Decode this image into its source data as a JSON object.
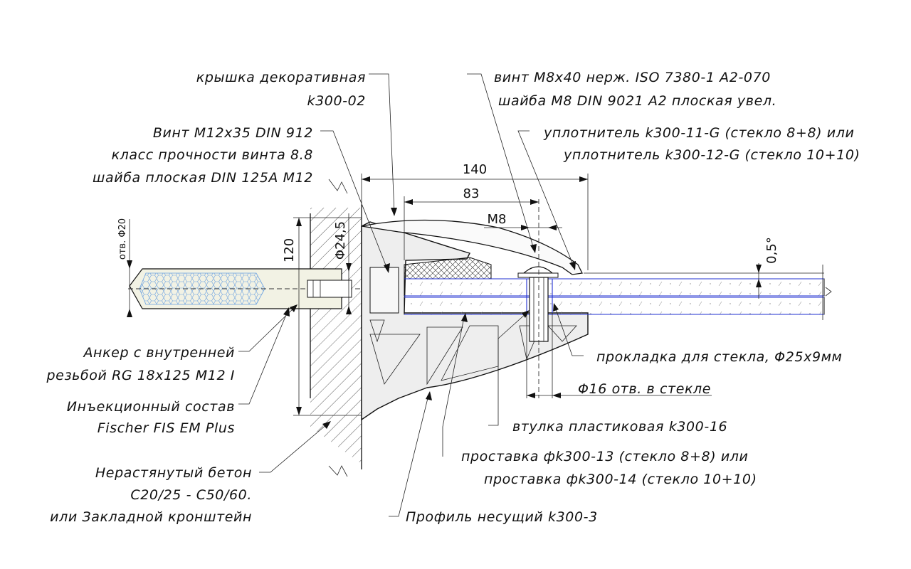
{
  "labels": {
    "cap": [
      "крышка декоративная",
      "k300-02"
    ],
    "screw_m12": [
      "Винт M12x35 DIN 912",
      "класс прочности винта 8.8",
      "шайба плоская DIN 125A M12"
    ],
    "anchor": [
      "Анкер с внутренней",
      "резьбой RG 18x125 M12 I"
    ],
    "injection": [
      "Инъекционный состав",
      "Fischer FIS EM Plus"
    ],
    "concrete": [
      "Нерастянутый бетон",
      "C20/25 - C50/60.",
      "или Закладной кронштейн"
    ],
    "screw_m8": [
      "винт M8x40 нерж. ISO 7380-1 A2-070",
      "шайба M8 DIN 9021 A2 плоская увел."
    ],
    "gasket": [
      "уплотнитель k300-11-G (стекло 8+8) или",
      "уплотнитель k300-12-G (стекло 10+10)"
    ],
    "glass_pad": "прокладка для стекла, Φ25x9мм",
    "glass_hole": "Φ16 отв. в стекле",
    "sleeve": "втулка пластиковая k300-16",
    "spacer": [
      "проставка фk300-13 (стекло 8+8) или",
      "проставка фk300-14 (стекло 10+10)"
    ],
    "profile": "Профиль несущий k300-3"
  },
  "dimensions": {
    "d140": "140",
    "d83": "83",
    "m8": "M8",
    "d120": "120",
    "d24_5": "Φ24,5",
    "hole20": "отв. Φ20",
    "d0_5": "0,5°"
  }
}
